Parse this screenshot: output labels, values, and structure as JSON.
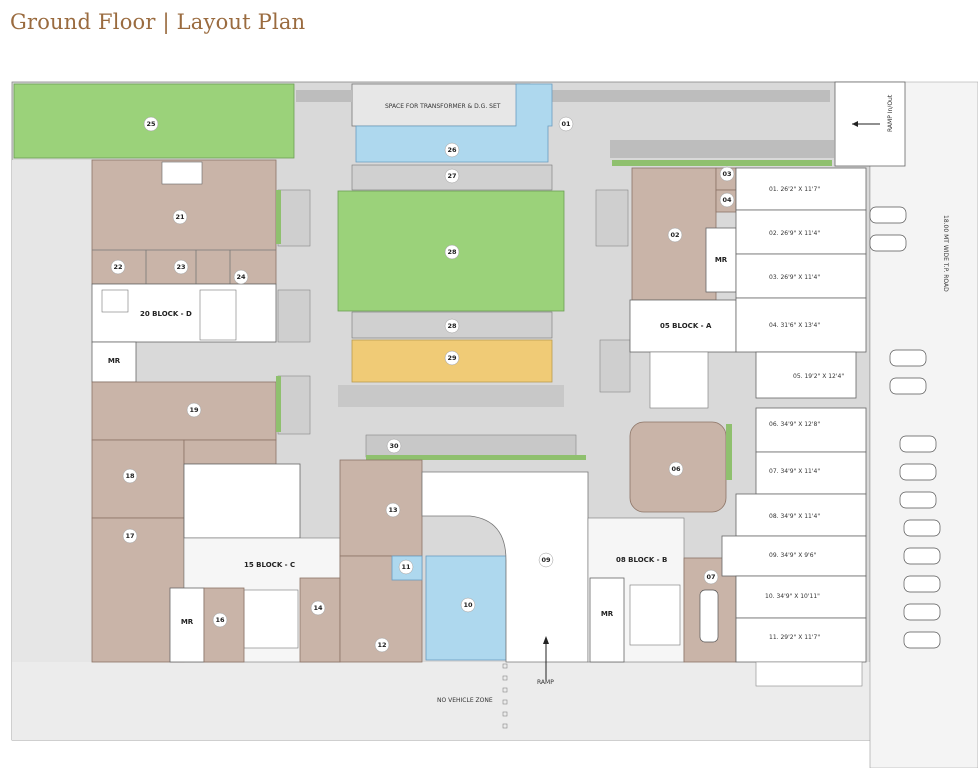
{
  "header": {
    "title": "Ground Floor | Layout Plan"
  },
  "labels": {
    "transformer": "SPACE FOR TRANSFORMER & D.G. SET",
    "ramp_in_out": "RAMP In/Out",
    "road": "18.00 MT WIDE T.P. ROAD",
    "ramp": "RAMP",
    "no_vehicle_zone": "NO VEHICLE ZONE",
    "block_a": "05  BLOCK - A",
    "block_b": "08  BLOCK - B",
    "block_c": "15  BLOCK - C",
    "block_d": "20  BLOCK - D",
    "mr": "MR"
  },
  "markers": [
    "01",
    "02",
    "03",
    "04",
    "06",
    "07",
    "09",
    "10",
    "11",
    "12",
    "13",
    "14",
    "16",
    "17",
    "18",
    "19",
    "21",
    "22",
    "23",
    "24",
    "25",
    "26",
    "27",
    "28",
    "28",
    "29",
    "30"
  ],
  "shops": [
    "01. 26'2\" X 11'7\"",
    "02. 26'9\" X 11'4\"",
    "03. 26'9\" X 11'4\"",
    "04. 31'6\" X 13'4\"",
    "05. 19'2\" X 12'4\"",
    "06. 34'9\" X 12'8\"",
    "07. 34'9\" X 11'4\"",
    "08. 34'9\" X 11'4\"",
    "09. 34'9\" X 9'6\"",
    "10. 34'9\" X 10'11\"",
    "11. 29'2\" X 11'7\""
  ],
  "colors": {
    "title": "#9a6b3f",
    "grass": "#9bd27a",
    "water": "#aed8ee",
    "amenity": "#c9b4a8",
    "gold": "#f0cb76"
  }
}
